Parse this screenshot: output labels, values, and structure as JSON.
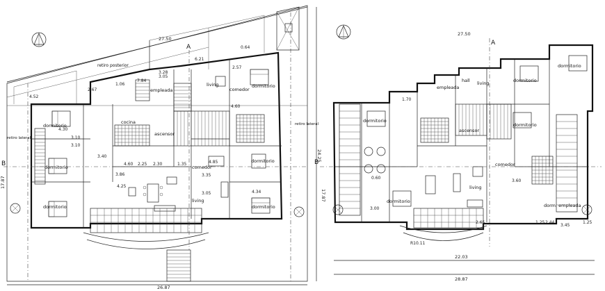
{
  "left_plan": {
    "dimensions": {
      "top": "27.50",
      "bottom": "26.87",
      "right_vertical": "24.25",
      "right_vertical2": "17.87",
      "left_vertical": "17.87",
      "small": [
        "4.52",
        "2.67",
        "1.06",
        "7.84",
        "3.05",
        "3.28",
        "6.21",
        "2.57",
        "0.64",
        "4.30",
        "3.10",
        "3.40",
        "2.25",
        "3.10",
        "3.86",
        "4.25",
        "3.35",
        "3.05",
        "4.34",
        "4.85",
        "1.35",
        "4.60",
        "2.30",
        "4.60"
      ]
    },
    "labels": {
      "retiro_posterior": "retiro posterior",
      "retiro_lateral_left": "retiro lateral",
      "retiro_lateral_right": "retiro lateral",
      "section_a": "A",
      "section_b": "B"
    },
    "rooms": {
      "dormitorio": "dormitorio",
      "dormitorio2": "dormitorio",
      "dormitorio3": "dormitorio",
      "dormitorio4": "dormitorio",
      "dormitorio5": "dormitorio",
      "living": "living",
      "living2": "living",
      "comedor": "comedor",
      "comedor2": "comedor",
      "cocina": "cocina",
      "dormitorio_sq": "dormitorio",
      "ascensor": "ascensor",
      "empleada": "empleada"
    }
  },
  "right_plan": {
    "dimensions": {
      "top": "27.50",
      "bottom": "22.03",
      "bottom2": "28.87",
      "small": [
        "1.70",
        "3.60",
        "2.65",
        "0.60",
        "3.45",
        "3.00",
        "1.25",
        "2.44",
        "1.25",
        "R10.11"
      ]
    },
    "labels": {
      "section_a": "A",
      "section_b": "B"
    },
    "rooms": {
      "dormitorio": "dormitorio",
      "dormitorio2": "dormitorio",
      "dormitorio3": "dormitorio",
      "dormitorio4": "dormitorio",
      "living": "living",
      "living2": "living",
      "comedor": "comedor",
      "ascensor": "ascensor",
      "hall": "hall",
      "empleada": "empleada",
      "dormitorio_sq": "dormitorio",
      "dorm_empleada": "dorm. empleada"
    }
  }
}
